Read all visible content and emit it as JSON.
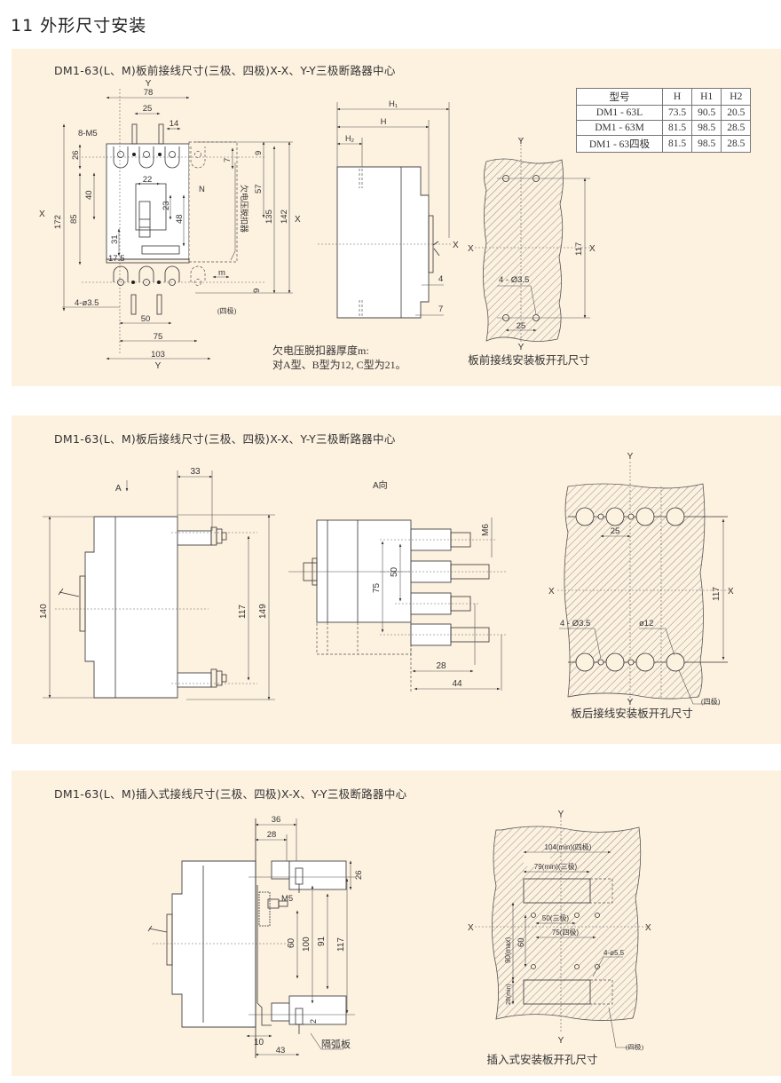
{
  "page": {
    "title": "11  外形尺寸安装",
    "bg_color": "#fdf1e0"
  },
  "section1": {
    "title": "DM1-63(L、M)板前接线尺寸(三极、四极)X-X、Y-Y三极断路器中心",
    "front_view": {
      "axis_y": "Y",
      "axis_x": "X",
      "dims": {
        "w78": "78",
        "w25": "25",
        "w14": "14",
        "m5": "8-M5",
        "h26": "26",
        "h172": "172",
        "h85": "85",
        "h40": "40",
        "w22": "22",
        "h23": "23",
        "h48": "48",
        "h31": "31",
        "w17_5": "17.5",
        "n": "N",
        "h9a": "9",
        "h7": "7",
        "h57": "57",
        "h135": "135",
        "h142": "142",
        "h9b": "9",
        "m": "m",
        "hole": "4-ø3.5",
        "w50": "50",
        "w75": "75",
        "w103": "103"
      },
      "undervoltage_label": "欠电压脱扣器",
      "four_pole": "(四极)"
    },
    "side_view": {
      "dims": {
        "h1": "H₁",
        "h": "H",
        "h2": "H₂",
        "d4": "4",
        "d7": "7"
      },
      "axis_x": "X"
    },
    "note": {
      "line1": "欠电压脱扣器厚度m:",
      "line2": "对A型、B型为12, C型为21。"
    },
    "table": {
      "headers": [
        "型号",
        "H",
        "H1",
        "H2"
      ],
      "rows": [
        [
          "DM1 - 63L",
          "73.5",
          "90.5",
          "20.5"
        ],
        [
          "DM1 - 63M",
          "81.5",
          "98.5",
          "28.5"
        ],
        [
          "DM1 - 63四极",
          "81.5",
          "98.5",
          "28.5"
        ]
      ]
    },
    "cutout": {
      "axis_y": "Y",
      "axis_x": "X",
      "dims": {
        "h117": "117",
        "hole": "4 - Ø3.5",
        "w25": "25"
      },
      "caption": "板前接线安装板开孔尺寸"
    }
  },
  "section2": {
    "title": "DM1-63(L、M)板后接线尺寸(三极、四极)X-X、Y-Y三极断路器中心",
    "side_view": {
      "arrow_label": "A",
      "dims": {
        "w33": "33",
        "h140": "140",
        "h117": "117",
        "h149": "149"
      }
    },
    "a_view": {
      "label": "A向",
      "dims": {
        "m6": "M6",
        "h50": "50",
        "h75": "75",
        "w28": "28",
        "w44": "44"
      }
    },
    "cutout": {
      "axis_y": "Y",
      "axis_x": "X",
      "dims": {
        "w25": "25",
        "h117": "117",
        "hole": "4 - Ø3.5",
        "d12": "ø12"
      },
      "four_pole": "(四极)",
      "caption": "板后接线安装板开孔尺寸"
    }
  },
  "section3": {
    "title": "DM1-63(L、M)插入式接线尺寸(三极、四极)X-X、Y-Y三极断路器中心",
    "side_view": {
      "dims": {
        "w36": "36",
        "w28": "28",
        "h26": "26",
        "m5": "M5",
        "h60": "60",
        "h100": "100",
        "h91": "91",
        "h117": "117",
        "d2": "2",
        "w10": "10",
        "w43": "43"
      },
      "arc_plate": "隔弧板"
    },
    "cutout": {
      "axis_y": "Y",
      "axis_x": "X",
      "dims": {
        "w104": "104(min)(四极)",
        "w79": "79(min)(三极)",
        "w50": "50(三极)",
        "w75": "75(四极)",
        "h60": "60",
        "h90": "90(max)",
        "h28": "28(min)",
        "hole": "4-ø5.5"
      },
      "four_pole": "(四极)",
      "caption": "插入式安装板开孔尺寸"
    }
  }
}
